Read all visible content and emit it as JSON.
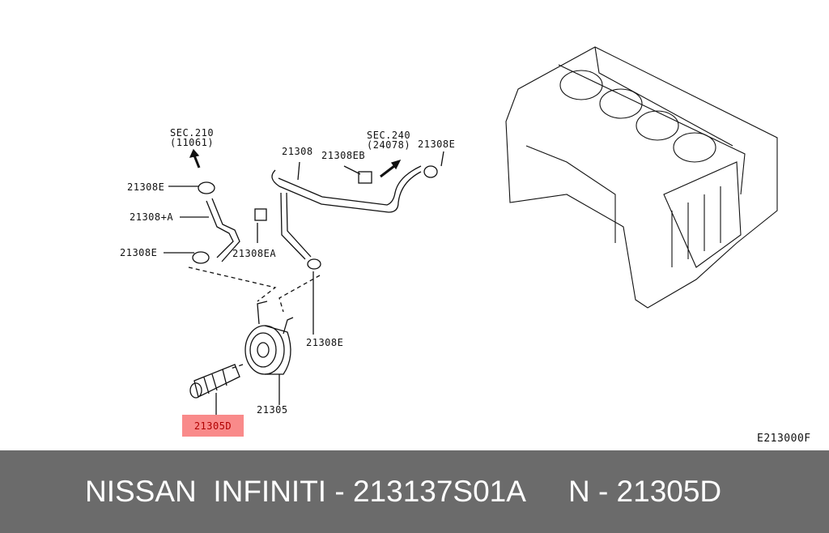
{
  "diagram": {
    "labels": {
      "sec210": "SEC.210",
      "sec210_ref": "(11061)",
      "sec240": "SEC.240",
      "sec240_ref": "(24078)",
      "e_top_left": "21308E",
      "plus_a": "21308+A",
      "e_bottom_left": "21308E",
      "hose": "21308",
      "eb": "21308EB",
      "e_top_right": "21308E",
      "ea": "21308EA",
      "e_lower": "21308E",
      "cooler": "21305",
      "highlighted": "21305D",
      "code": "E213000F"
    },
    "highlight_color": "#f98a8a"
  },
  "footer": {
    "brand": "NISSAN  INFINITI - 213137S01A",
    "part": "N - 21305D"
  }
}
